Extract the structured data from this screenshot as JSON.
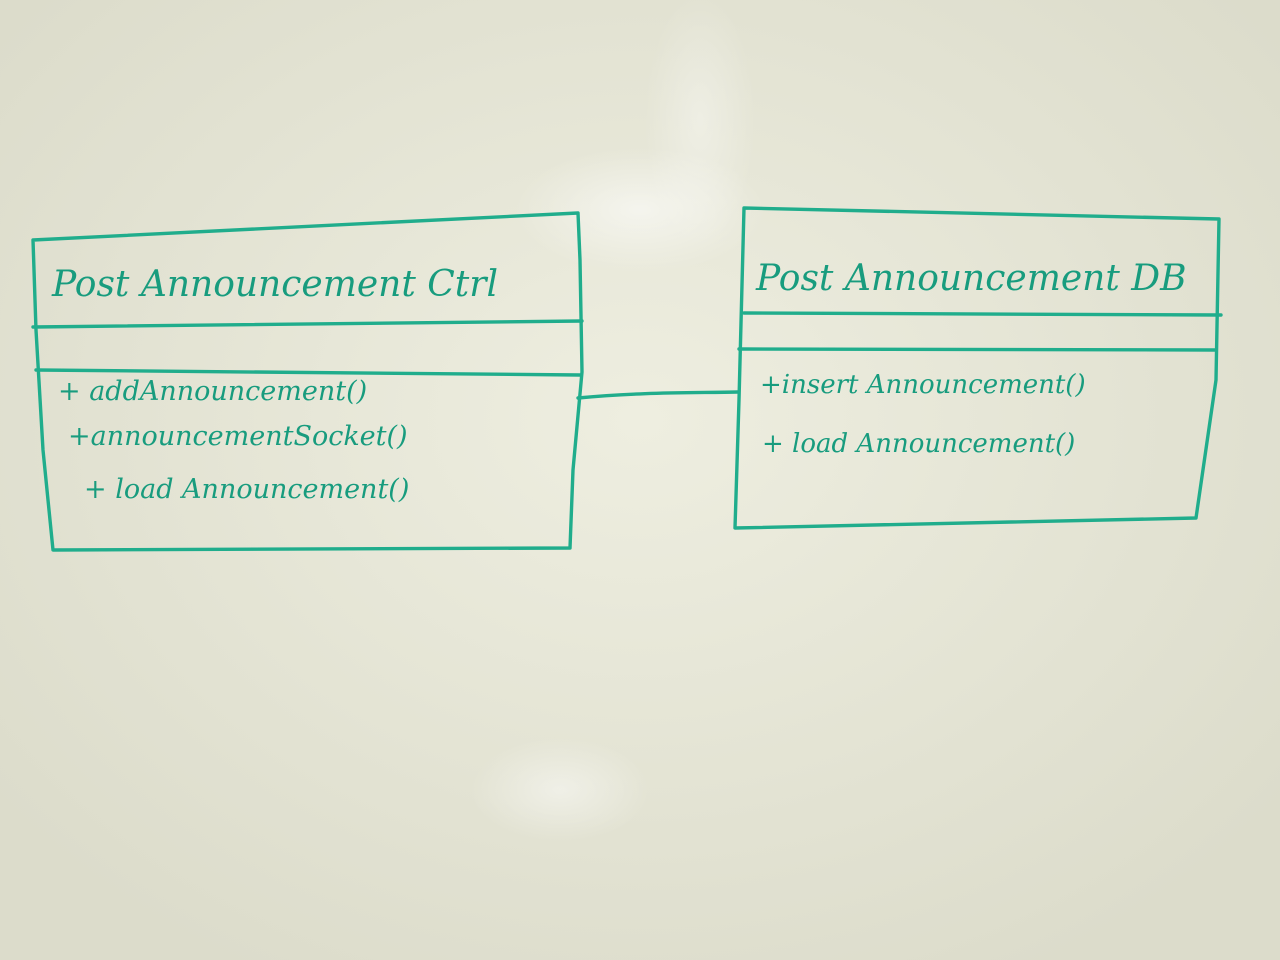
{
  "diagram": {
    "classes": [
      {
        "id": "ctrl",
        "name": "Post Announcement Ctrl",
        "attributes": [],
        "operations": [
          "+ addAnnouncement()",
          "+announcementSocket()",
          "+ load Announcement()"
        ]
      },
      {
        "id": "db",
        "name": "Post Announcement DB",
        "attributes": [],
        "operations": [
          "+insert Announcement()",
          "+ load Announcement()"
        ]
      }
    ],
    "associations": [
      {
        "from": "ctrl",
        "to": "db"
      }
    ],
    "colors": {
      "marker": "#20ad8c",
      "board": "#e7e6d6"
    }
  }
}
